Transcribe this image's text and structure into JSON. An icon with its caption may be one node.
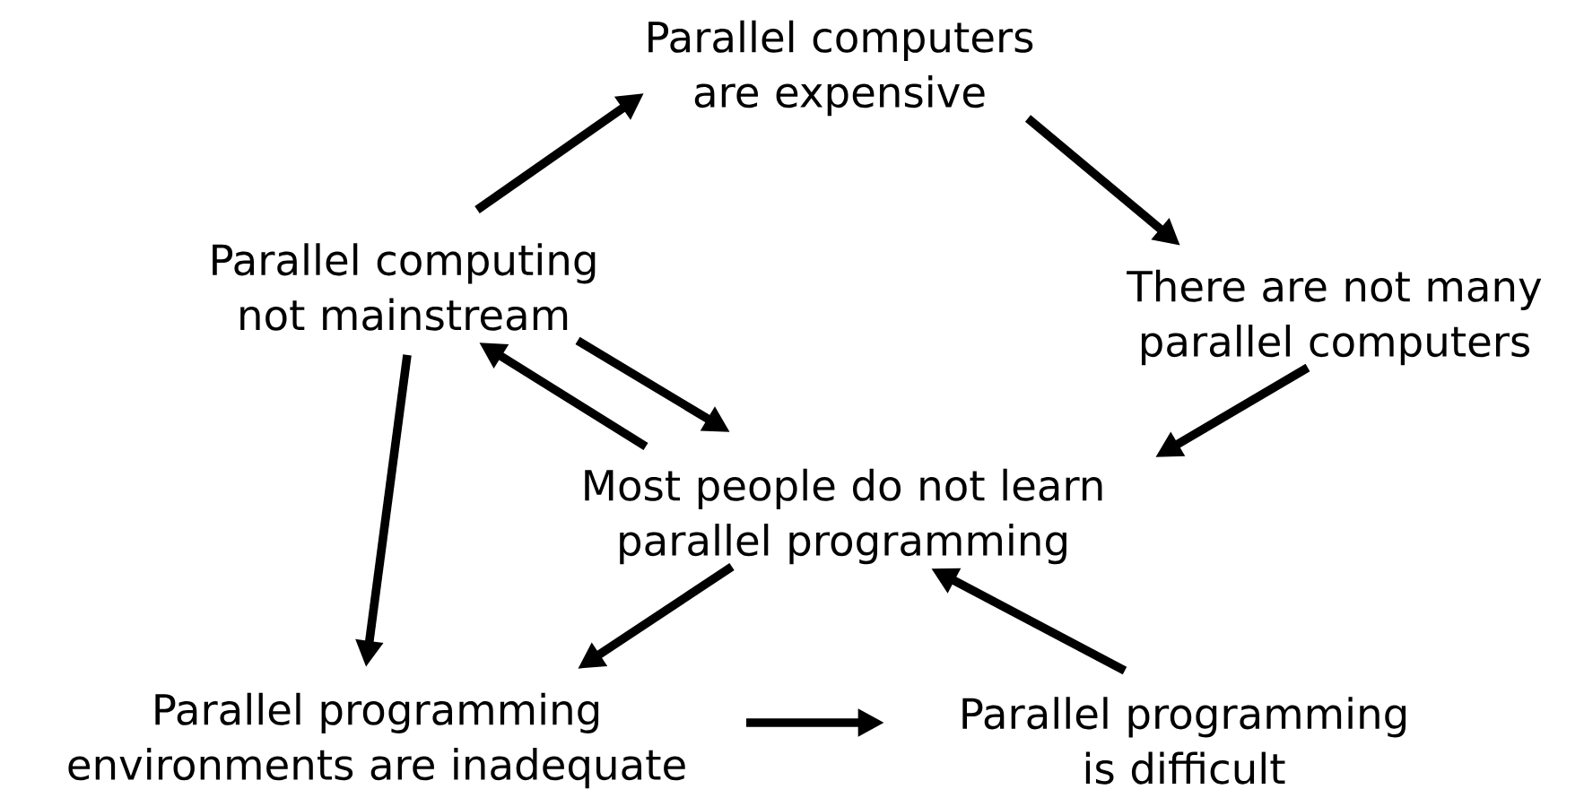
{
  "diagram": {
    "nodes": [
      {
        "text": [
          "Parallel computers are expensive"
        ]
      },
      {
        "text": [
          "Parallel computing not mainstream"
        ]
      },
      {
        "text": [
          "There are not many parallel computers"
        ]
      },
      {
        "text": [
          "Most people do not learn parallel programming"
        ]
      },
      {
        "text": [
          "Parallel programming environments are inadequate"
        ]
      },
      {
        "text": [
          "Parallel programming is difficult"
        ]
      }
    ],
    "edges": [
      {
        "from": 1,
        "to": 0,
        "arrow": "to"
      },
      {
        "from": 0,
        "to": 2,
        "arrow": "to"
      },
      {
        "from": 2,
        "to": 3,
        "arrow": "to"
      },
      {
        "from": 1,
        "to": 3,
        "arrow": "to"
      },
      {
        "from": 3,
        "to": 1,
        "arrow": "to"
      },
      {
        "from": 1,
        "to": 4,
        "arrow": "to"
      },
      {
        "from": 3,
        "to": 4,
        "arrow": "to"
      },
      {
        "from": 4,
        "to": 5,
        "arrow": "to"
      },
      {
        "from": 5,
        "to": 3,
        "arrow": "to"
      }
    ]
  }
}
